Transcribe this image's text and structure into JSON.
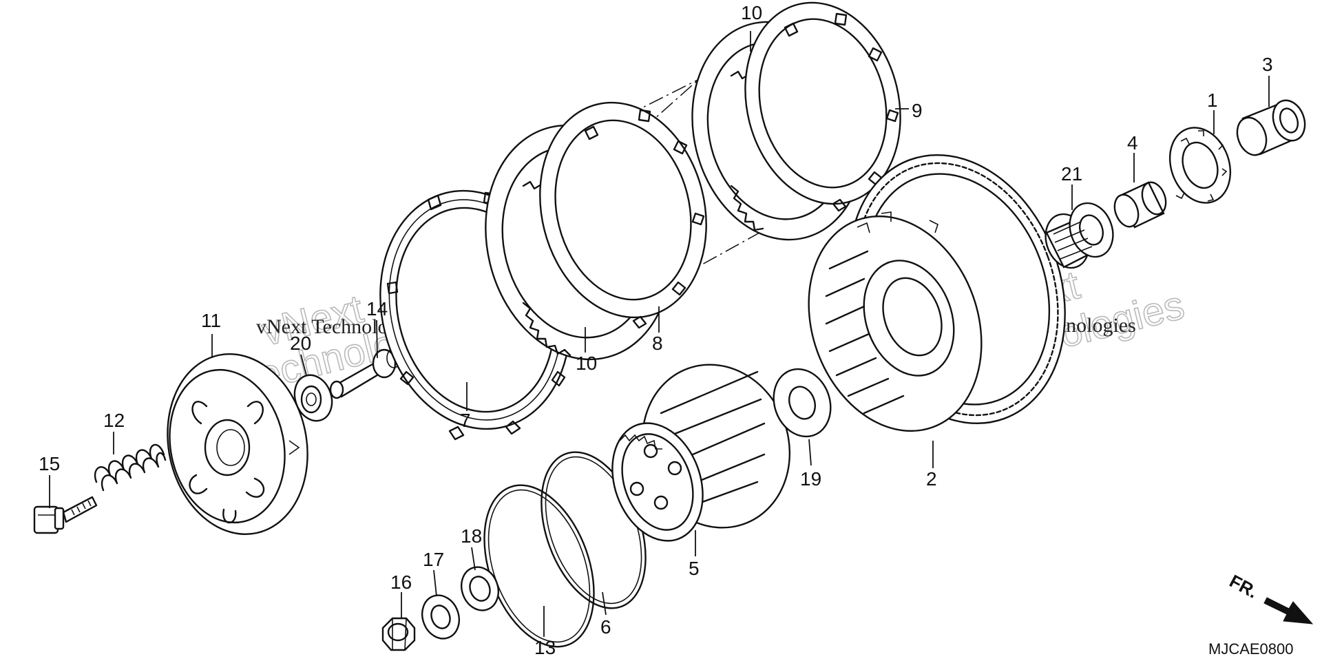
{
  "diagram": {
    "callouts": [
      {
        "id": "c1",
        "label": "1"
      },
      {
        "id": "c2",
        "label": "2"
      },
      {
        "id": "c3",
        "label": "3"
      },
      {
        "id": "c4",
        "label": "4"
      },
      {
        "id": "c5",
        "label": "5"
      },
      {
        "id": "c6",
        "label": "6"
      },
      {
        "id": "c7",
        "label": "7"
      },
      {
        "id": "c8",
        "label": "8"
      },
      {
        "id": "c9",
        "label": "9"
      },
      {
        "id": "c10a",
        "label": "10"
      },
      {
        "id": "c10b",
        "label": "10"
      },
      {
        "id": "c11",
        "label": "11"
      },
      {
        "id": "c12",
        "label": "12"
      },
      {
        "id": "c13",
        "label": "13"
      },
      {
        "id": "c14",
        "label": "14"
      },
      {
        "id": "c15",
        "label": "15"
      },
      {
        "id": "c16",
        "label": "16"
      },
      {
        "id": "c17",
        "label": "17"
      },
      {
        "id": "c18",
        "label": "18"
      },
      {
        "id": "c19",
        "label": "19"
      },
      {
        "id": "c20",
        "label": "20"
      },
      {
        "id": "c21",
        "label": "21"
      }
    ],
    "watermark_text": "vNext Technologies",
    "watermark_big_line1": "vNext",
    "watermark_big_line2": "Technologies",
    "direction_label": "FR.",
    "diagram_code": "MJCAE0800"
  }
}
